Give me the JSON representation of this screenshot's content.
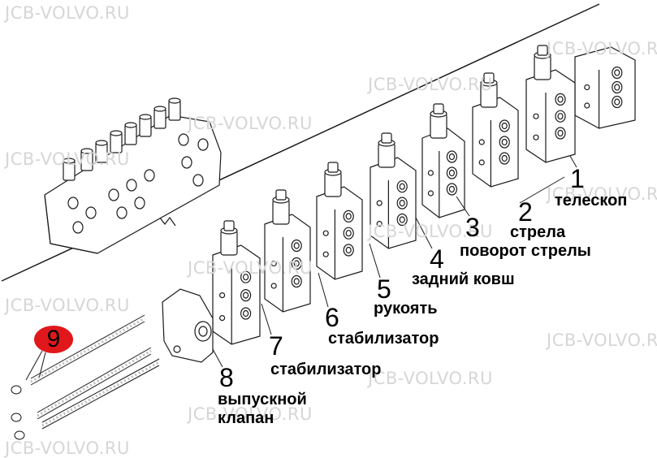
{
  "watermark": "JCB-VOLVO.RU",
  "colors": {
    "line": "#1a1a1a",
    "watermark": "#d6d6d6",
    "badge": "#e0181b"
  },
  "parts": [
    {
      "number": "1",
      "label": "телескоп"
    },
    {
      "number": "2",
      "label": "стрела"
    },
    {
      "number": "3",
      "label": "поворот стрелы"
    },
    {
      "number": "4",
      "label": "задний ковш"
    },
    {
      "number": "5",
      "label": "рукоять"
    },
    {
      "number": "6",
      "label": "стабилизатор"
    },
    {
      "number": "7",
      "label": "стабилизатор"
    },
    {
      "number": "8",
      "label": "выпускной клапан"
    },
    {
      "number": "9",
      "label": ""
    }
  ]
}
